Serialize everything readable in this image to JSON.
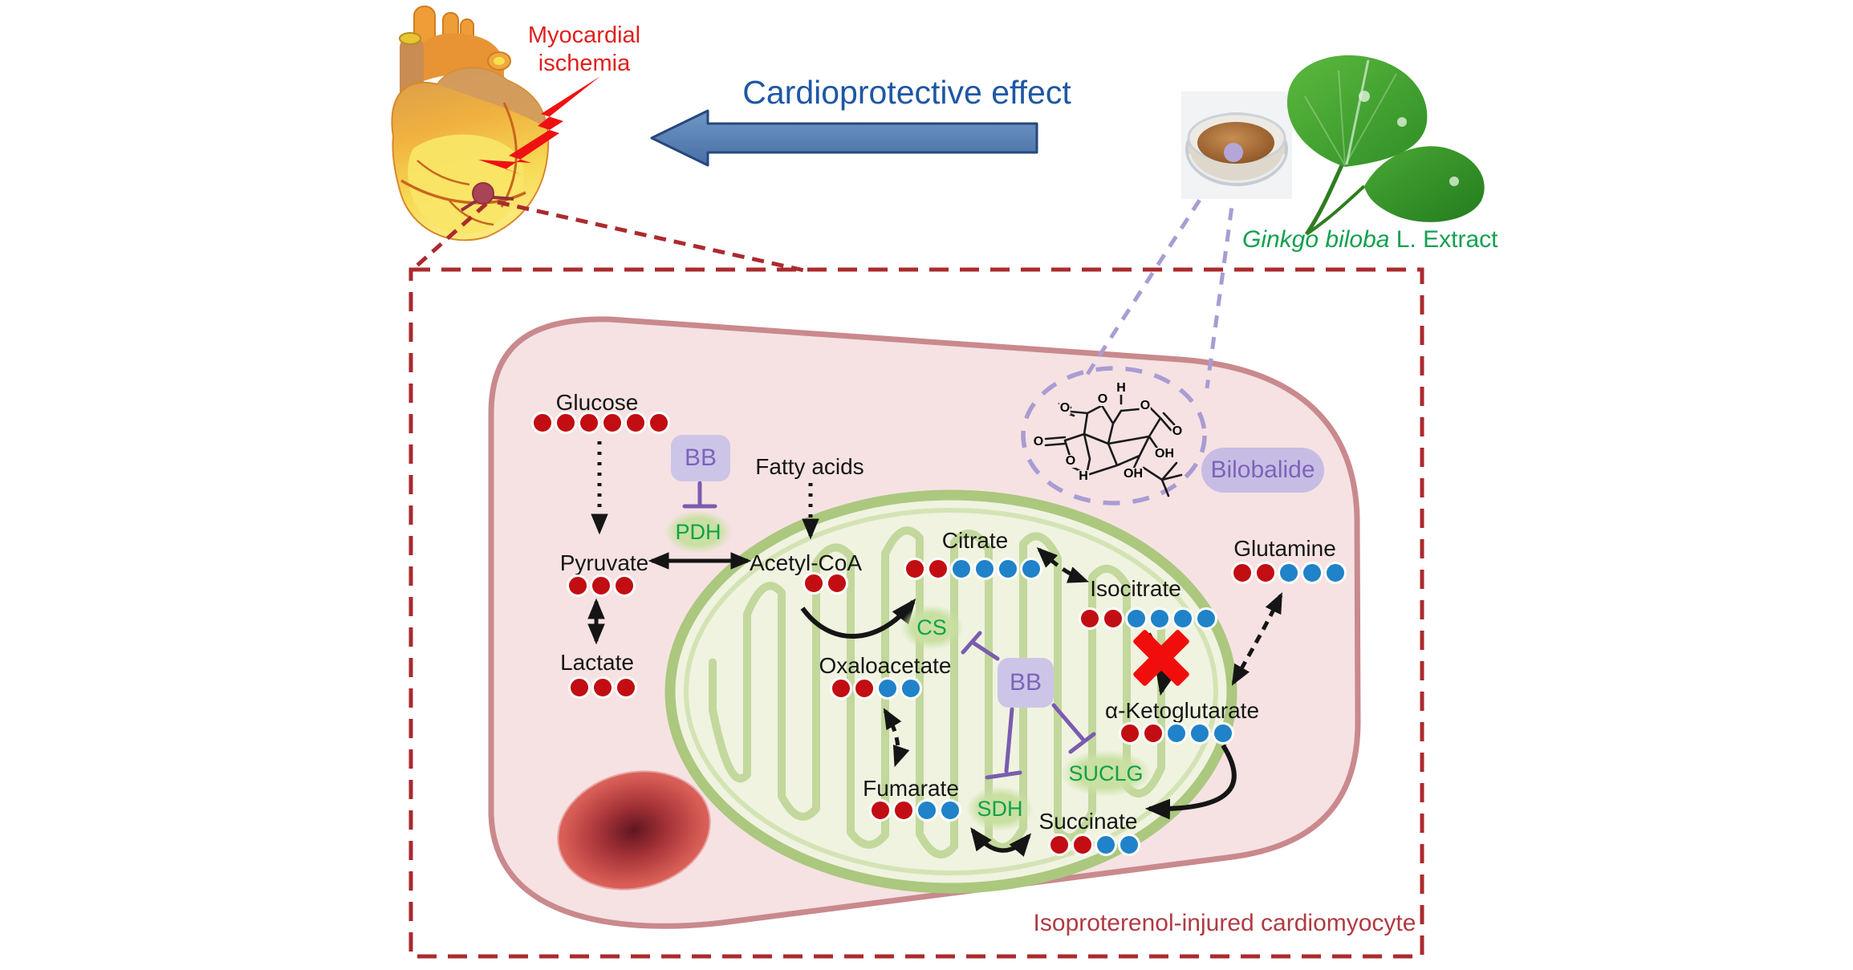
{
  "top": {
    "myocardial_label": "Myocardial ischemia",
    "cardioprotective_label": "Cardioprotective effect",
    "extract_italic": "Ginkgo biloba",
    "extract_rest": " L. Extract"
  },
  "cell": {
    "bottom_label": "Isoproterenol-injured cardiomyocyte"
  },
  "bilobalide": {
    "name": "Bilobalide",
    "abbr": "BB",
    "atom_labels": [
      "H",
      "O",
      "O",
      "O",
      "O",
      "O",
      "O",
      "OH",
      "OH",
      "H"
    ]
  },
  "metabolites": [
    {
      "id": "glucose",
      "label": "Glucose",
      "dots": [
        "r",
        "r",
        "r",
        "r",
        "r",
        "r"
      ]
    },
    {
      "id": "pyruvate",
      "label": "Pyruvate",
      "dots": [
        "r",
        "r",
        "r"
      ]
    },
    {
      "id": "lactate",
      "label": "Lactate",
      "dots": [
        "r",
        "r",
        "r"
      ]
    },
    {
      "id": "fatty_acids",
      "label": "Fatty acids",
      "dots": []
    },
    {
      "id": "acetyl_coa",
      "label": "Acetyl-CoA",
      "dots": [
        "r",
        "r"
      ]
    },
    {
      "id": "citrate",
      "label": "Citrate",
      "dots": [
        "r",
        "r",
        "b",
        "b",
        "b",
        "b"
      ]
    },
    {
      "id": "isocitrate",
      "label": "Isocitrate",
      "dots": [
        "r",
        "r",
        "b",
        "b",
        "b",
        "b"
      ]
    },
    {
      "id": "akg",
      "label": "α-Ketoglutarate",
      "dots": [
        "r",
        "r",
        "b",
        "b",
        "b"
      ]
    },
    {
      "id": "succinate",
      "label": "Succinate",
      "dots": [
        "r",
        "r",
        "b",
        "b"
      ]
    },
    {
      "id": "fumarate",
      "label": "Fumarate",
      "dots": [
        "r",
        "r",
        "b",
        "b"
      ]
    },
    {
      "id": "oxaloacetate",
      "label": "Oxaloacetate",
      "dots": [
        "r",
        "r",
        "b",
        "b"
      ]
    },
    {
      "id": "glutamine",
      "label": "Glutamine",
      "dots": [
        "r",
        "r",
        "b",
        "b",
        "b"
      ]
    }
  ],
  "enzymes": [
    {
      "id": "pdh",
      "label": "PDH"
    },
    {
      "id": "cs",
      "label": "CS"
    },
    {
      "id": "sdh",
      "label": "SDH"
    },
    {
      "id": "suclg",
      "label": "SUCLG"
    }
  ],
  "bb_nodes": [
    {
      "id": "bb_top",
      "label": "BB"
    },
    {
      "id": "bb_mid",
      "label": "BB"
    }
  ],
  "colors": {
    "dot_red": "#c20d12",
    "dot_blue": "#2082c8",
    "enzyme_green": "#0ea24a",
    "purple": "#7d63bb",
    "purple_box_bg": "#cdc5e8",
    "callout_red": "#ab2a2e",
    "blue_arrow": "#4f7ab0",
    "blue_text": "#1e57a5",
    "green_text": "#14a050",
    "red_text": "#e0201e",
    "maroon_text": "#b23a42"
  }
}
